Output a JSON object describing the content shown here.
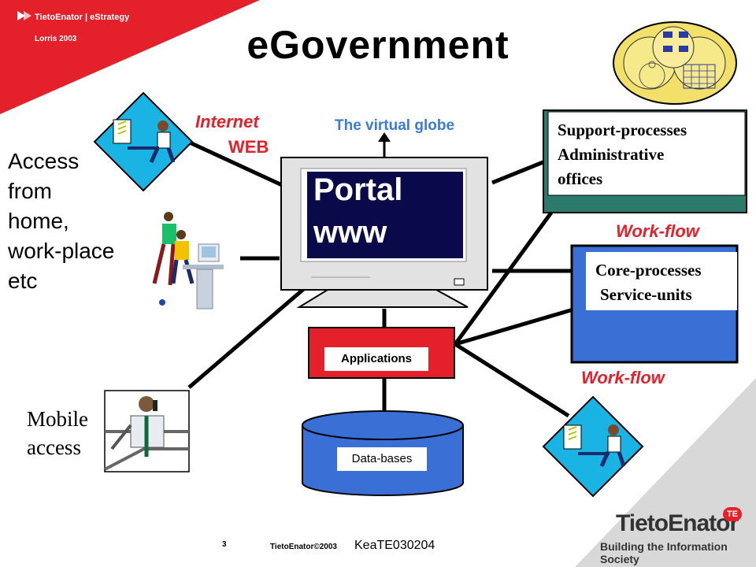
{
  "header": {
    "company": "TietoEnator",
    "product": "eStrategy",
    "author_line": "Lorris 2003",
    "title": "eGovernment"
  },
  "labels": {
    "internet": "Internet",
    "web": "WEB",
    "virtual_globe": "The virtual globe",
    "workflow_1": "Work-flow",
    "workflow_2": "Work-flow"
  },
  "access": {
    "lines": [
      "Access",
      "from",
      "home,",
      "work-place",
      "etc"
    ]
  },
  "mobile": {
    "lines": [
      "Mobile",
      "access"
    ]
  },
  "portal": {
    "line1": "Portal",
    "line2": "www"
  },
  "support_box": {
    "lines": [
      "Support-processes",
      "Administrative",
      "offices"
    ]
  },
  "core_box": {
    "lines": [
      "Core-processes",
      "Service-units"
    ]
  },
  "applications": {
    "label": "Applications"
  },
  "database": {
    "label": "Data-bases"
  },
  "footer": {
    "page_number": "3",
    "copyright": "TietoEnator©2003",
    "doc_code": "KeaTE030204",
    "logo_text": "TietoEnator",
    "logo_badge": "TE",
    "tagline": "Building the Information Society"
  },
  "colors": {
    "red": "#e4202a",
    "blue_box": "#3a6fd6",
    "teal": "#2c7a6c",
    "portal_bg": "#0a0a4a"
  }
}
